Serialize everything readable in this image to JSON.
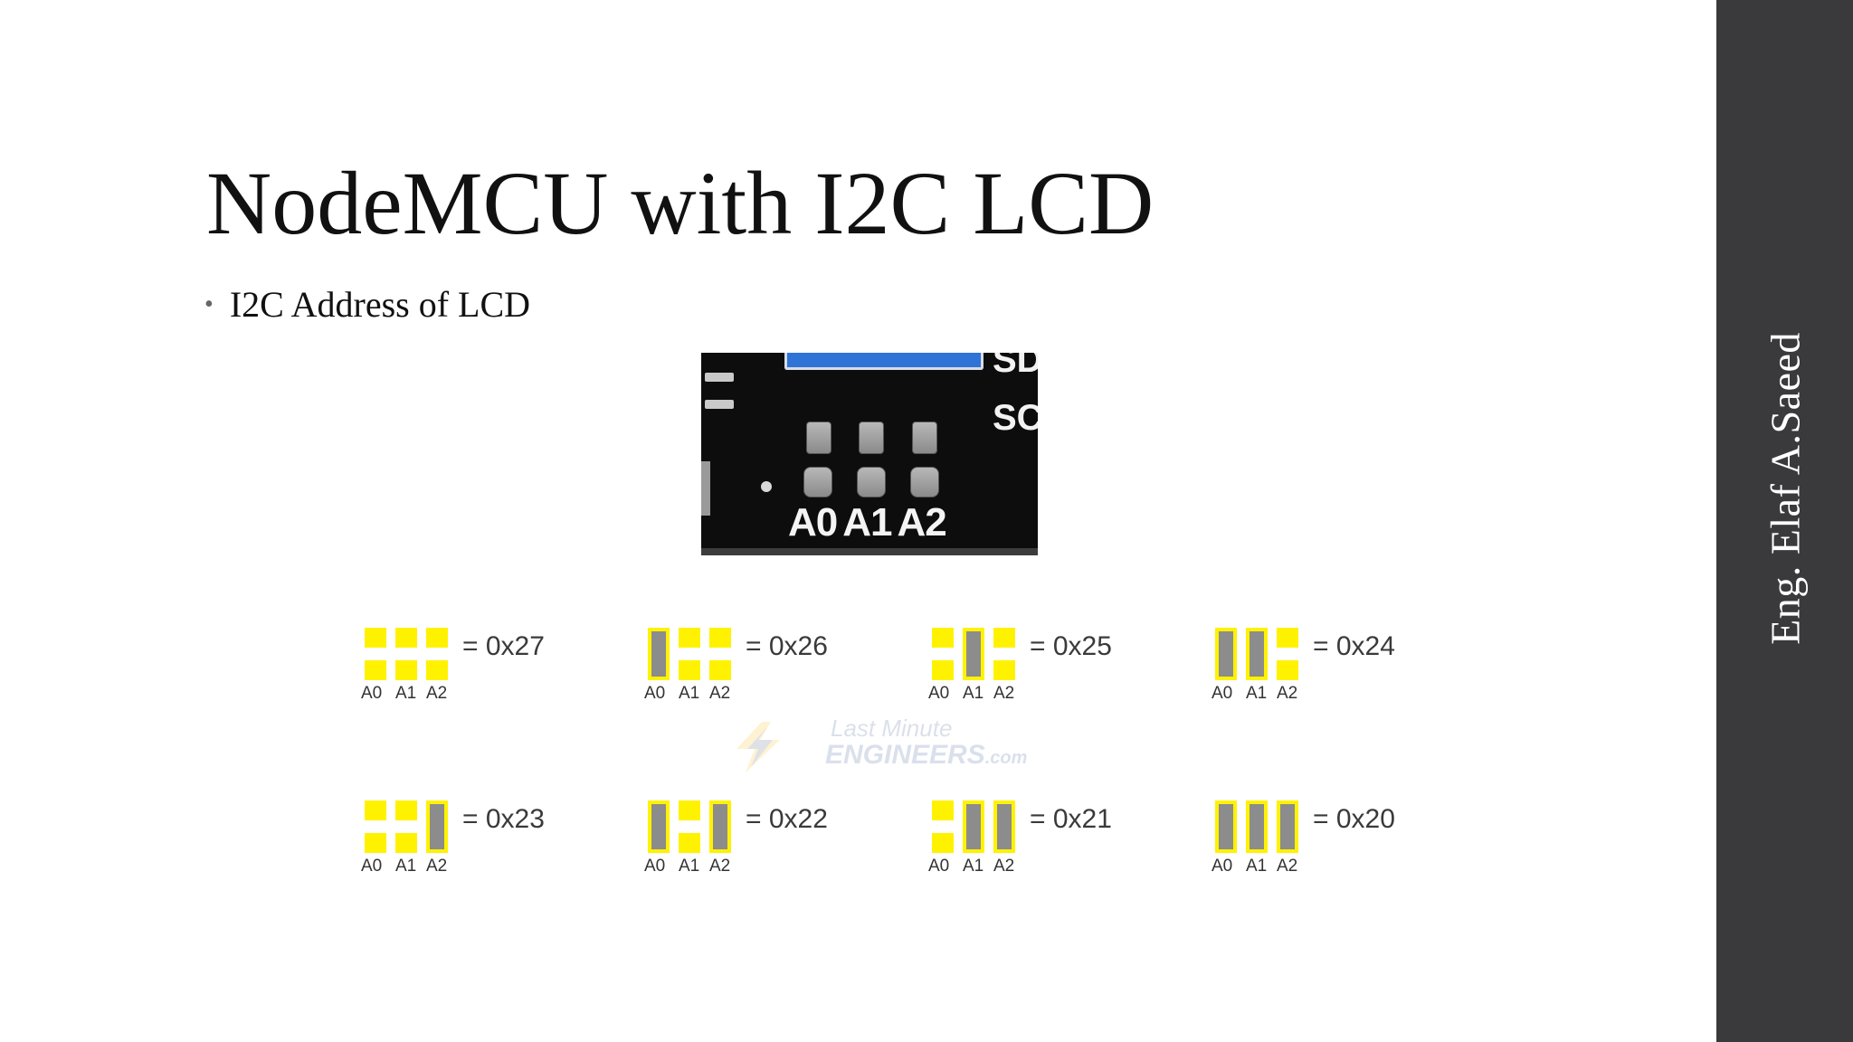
{
  "slide": {
    "title": "NodeMCU with I2C LCD",
    "bullets": [
      "I2C Address of LCD"
    ],
    "author": "Eng. Elaf A.Saeed"
  },
  "pcb_photo": {
    "labels": [
      "A0",
      "A1",
      "A2"
    ],
    "silkscreen": [
      "SD",
      "SC"
    ]
  },
  "pad_labels": [
    "A0",
    "A1",
    "A2"
  ],
  "address_table": [
    {
      "value": "= 0x27",
      "bridged": [
        false,
        false,
        false
      ]
    },
    {
      "value": "= 0x26",
      "bridged": [
        true,
        false,
        false
      ]
    },
    {
      "value": "= 0x25",
      "bridged": [
        false,
        true,
        false
      ]
    },
    {
      "value": "= 0x24",
      "bridged": [
        true,
        true,
        false
      ]
    },
    {
      "value": "= 0x23",
      "bridged": [
        false,
        false,
        true
      ]
    },
    {
      "value": "= 0x22",
      "bridged": [
        true,
        false,
        true
      ]
    },
    {
      "value": "= 0x21",
      "bridged": [
        false,
        true,
        true
      ]
    },
    {
      "value": "= 0x20",
      "bridged": [
        true,
        true,
        true
      ]
    }
  ],
  "watermark": {
    "line1": "Last Minute",
    "line2": "ENGINEERS",
    "suffix": ".com"
  },
  "colors": {
    "sidebar": "#3a3a3c",
    "pad_yellow": "#fff200",
    "bridge_gray": "#8c8c8c"
  }
}
